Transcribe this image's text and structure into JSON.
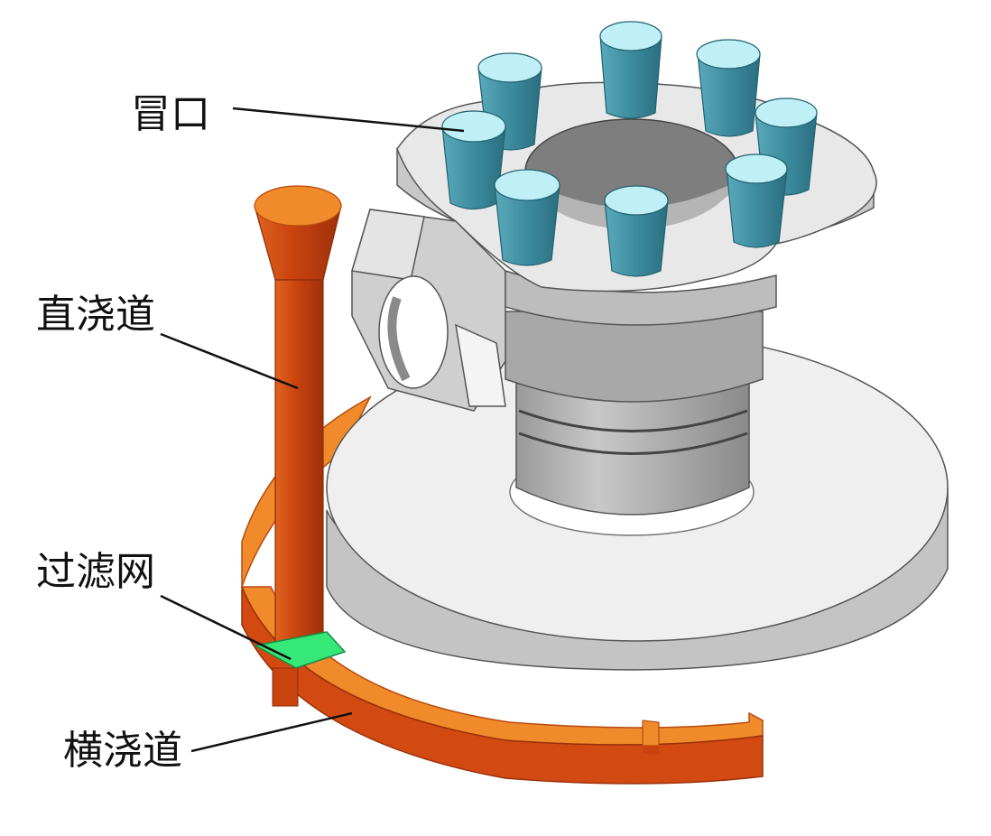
{
  "labels": {
    "riser": "冒口",
    "sprue": "直浇道",
    "filter": "过滤网",
    "runner": "横浇道"
  },
  "colors": {
    "casting_light": "#e6e6e6",
    "casting_mid": "#c4c4c4",
    "casting_dark": "#8f8f8f",
    "riser_top": "#bff0f7",
    "riser_side": "#3c8c9e",
    "gating_light": "#f08a2a",
    "gating_dark": "#c9430f",
    "filter": "#35e878",
    "leader": "#111111"
  }
}
